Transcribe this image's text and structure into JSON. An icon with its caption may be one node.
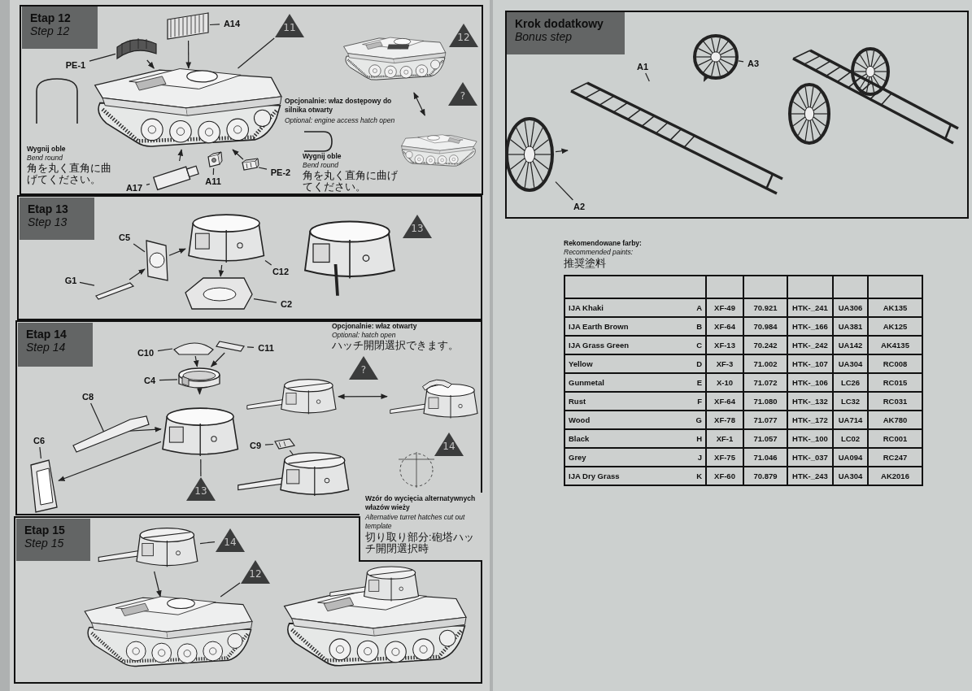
{
  "diagram": {
    "nodes": [
      {
        "text": [
          "Etap 12",
          "Step 12"
        ]
      },
      {
        "text": [
          "Etap 13",
          "Step 13"
        ]
      },
      {
        "text": [
          "Etap 14",
          "Step 14"
        ]
      },
      {
        "text": [
          "Etap 15",
          "Step 15"
        ]
      },
      {
        "text": [
          "Krok dodatkowy",
          "Bonus step"
        ]
      },
      {
        "text": [
          "A14"
        ]
      },
      {
        "text": [
          "PE-1"
        ]
      },
      {
        "text": [
          "A17"
        ]
      },
      {
        "text": [
          "A11"
        ]
      },
      {
        "text": [
          "PE-2"
        ]
      },
      {
        "text": [
          "11"
        ]
      },
      {
        "text": [
          "12"
        ]
      },
      {
        "text": [
          "?"
        ]
      },
      {
        "text": [],
        "shape": "picture"
      },
      {
        "text": [],
        "shape": "picture"
      },
      {
        "text": [
          "C5"
        ]
      },
      {
        "text": [
          "G1"
        ]
      },
      {
        "text": [
          "C12"
        ]
      },
      {
        "text": [
          "C2"
        ]
      },
      {
        "text": [
          "13"
        ]
      },
      {
        "text": [
          "C10"
        ]
      },
      {
        "text": [
          "C11"
        ]
      },
      {
        "text": [
          "C4"
        ]
      },
      {
        "text": [
          "C8"
        ]
      },
      {
        "text": [
          "C6"
        ]
      },
      {
        "text": [
          "?"
        ]
      },
      {
        "text": [],
        "shape": "picture"
      },
      {
        "text": [],
        "shape": "picture"
      },
      {
        "text": [
          "14"
        ]
      },
      {
        "text": [
          "C9"
        ]
      },
      {
        "text": [
          "13"
        ]
      },
      {
        "text": [
          "14"
        ]
      },
      {
        "text": [
          "12"
        ]
      },
      {
        "text": [
          "A1"
        ]
      },
      {
        "text": [
          "A3"
        ]
      },
      {
        "text": [
          "A2"
        ]
      },
      {
        "text": [],
        "shape": "picture"
      },
      {
        "text": [],
        "shape": "picture"
      },
      {
        "text": [],
        "shape": "picture"
      },
      {
        "text": [],
        "shape": "picture"
      },
      {
        "text": [],
        "shape": "picture"
      },
      {
        "text": [],
        "shape": "picture"
      },
      {
        "text": [],
        "shape": "picture"
      },
      {
        "text": [],
        "shape": "picture"
      },
      {
        "text": [],
        "shape": "picture"
      },
      {
        "text": [],
        "shape": "picture"
      },
      {
        "text": [],
        "shape": "picture"
      },
      {
        "text": [],
        "shape": "picture"
      },
      {
        "text": [],
        "shape": "picture"
      },
      {
        "text": [],
        "shape": "picture"
      },
      {
        "text": [],
        "shape": "picture"
      },
      {
        "text": [],
        "shape": "picture"
      },
      {
        "text": [],
        "shape": "picture"
      },
      {
        "text": [],
        "shape": "picture"
      },
      {
        "text": [],
        "shape": "picture"
      },
      {
        "text": [],
        "shape": "picture"
      },
      {
        "text": [],
        "shape": "picture"
      },
      {
        "text": [],
        "shape": "picture"
      },
      {
        "text": [],
        "shape": "picture"
      }
    ],
    "edges": [
      {
        "from": 5,
        "to": 37,
        "arrow": "none"
      },
      {
        "from": 6,
        "to": 36,
        "arrow": "none"
      },
      {
        "from": 7,
        "to": 39,
        "arrow": "none"
      },
      {
        "from": 8,
        "to": 40,
        "arrow": "none"
      },
      {
        "from": 9,
        "to": 41,
        "arrow": "none"
      },
      {
        "from": 10,
        "to": 38,
        "arrow": "none"
      },
      {
        "from": 13,
        "to": 14,
        "arrow": "both"
      },
      {
        "from": 15,
        "to": 42,
        "arrow": "none"
      },
      {
        "from": 16,
        "to": 43,
        "arrow": "none"
      },
      {
        "from": 17,
        "to": 44,
        "arrow": "none"
      },
      {
        "from": 18,
        "to": 45,
        "arrow": "none"
      },
      {
        "from": 20,
        "to": 46,
        "arrow": "none"
      },
      {
        "from": 21,
        "to": 47,
        "arrow": "none"
      },
      {
        "from": 22,
        "to": 48,
        "arrow": "none"
      },
      {
        "from": 23,
        "to": 50,
        "arrow": "none"
      },
      {
        "from": 24,
        "to": 51,
        "arrow": "none"
      },
      {
        "from": 29,
        "to": 52,
        "arrow": "none"
      },
      {
        "from": 30,
        "to": 49,
        "arrow": "none"
      },
      {
        "from": 26,
        "to": 27,
        "arrow": "both"
      },
      {
        "from": 31,
        "to": 54,
        "arrow": "none"
      },
      {
        "from": 32,
        "to": 55,
        "arrow": "none"
      },
      {
        "from": 33,
        "to": 57,
        "arrow": "none"
      },
      {
        "from": 34,
        "to": 58,
        "arrow": "none"
      },
      {
        "from": 35,
        "to": 56,
        "arrow": "none"
      },
      {
        "from": 36,
        "to": 38,
        "arrow": "to"
      },
      {
        "from": 37,
        "to": 38,
        "arrow": "to"
      },
      {
        "from": 39,
        "to": 38,
        "arrow": "to"
      },
      {
        "from": 41,
        "to": 38,
        "arrow": "to"
      },
      {
        "from": 43,
        "to": 42,
        "arrow": "to"
      },
      {
        "from": 42,
        "to": 44,
        "arrow": "to"
      },
      {
        "from": 44,
        "to": 45,
        "arrow": "to"
      },
      {
        "from": 46,
        "to": 48,
        "arrow": "to"
      },
      {
        "from": 47,
        "to": 48,
        "arrow": "to"
      },
      {
        "from": 48,
        "to": 49,
        "arrow": "to"
      },
      {
        "from": 50,
        "to": 49,
        "arrow": "to"
      },
      {
        "from": 49,
        "to": 51,
        "arrow": "to"
      },
      {
        "from": 52,
        "to": 53,
        "arrow": "to"
      },
      {
        "from": 54,
        "to": 55,
        "arrow": "to"
      },
      {
        "from": 56,
        "to": 57,
        "arrow": "to"
      },
      {
        "from": 58,
        "to": 57,
        "arrow": "to"
      }
    ],
    "labels": [
      "Wygnij oble",
      "Bend round",
      "角を丸く直角に曲げてください。",
      "Opcjonalnie: właz dostępowy do silnika otwarty",
      "Optional: engine access hatch open",
      "Wygnij oble",
      "Bend round",
      "角を丸く直角に曲げてください。",
      "Opcjonalnie: właz otwarty",
      "Optional: hatch open",
      "ハッチ開閉選択できます。",
      "Wzór do wycięcia alternatywnych włazów wieży",
      "Alternative turret hatches cut out template",
      "切り取り部分:砲塔ハッチ開閉選択時",
      "Rekomendowane farby:",
      "Recommended paints:",
      "推奨塗料",
      "IJA Khaki",
      "A",
      "XF-49",
      "70.921",
      "HTK-_241",
      "UA306",
      "AK135",
      "IJA Earth Brown",
      "B",
      "XF-64",
      "70.984",
      "HTK-_166",
      "UA381",
      "AK125",
      "IJA Grass Green",
      "C",
      "XF-13",
      "70.242",
      "HTK-_242",
      "UA142",
      "AK4135",
      "Yellow",
      "D",
      "XF-3",
      "71.002",
      "HTK-_107",
      "UA304",
      "RC008",
      "Gunmetal",
      "E",
      "X-10",
      "71.072",
      "HTK-_106",
      "LC26",
      "RC015",
      "Rust",
      "F",
      "XF-64",
      "71.080",
      "HTK-_132",
      "LC32",
      "RC031",
      "Wood",
      "G",
      "XF-78",
      "71.077",
      "HTK-_172",
      "UA714",
      "AK780",
      "Black",
      "H",
      "XF-1",
      "71.057",
      "HTK-_100",
      "LC02",
      "RC001",
      "Grey",
      "J",
      "XF-75",
      "71.046",
      "HTK-_037",
      "UA094",
      "RC247",
      "IJA Dry Grass",
      "K",
      "XF-60",
      "70.879",
      "HTK-_243",
      "UA304",
      "AK2016"
    ]
  }
}
